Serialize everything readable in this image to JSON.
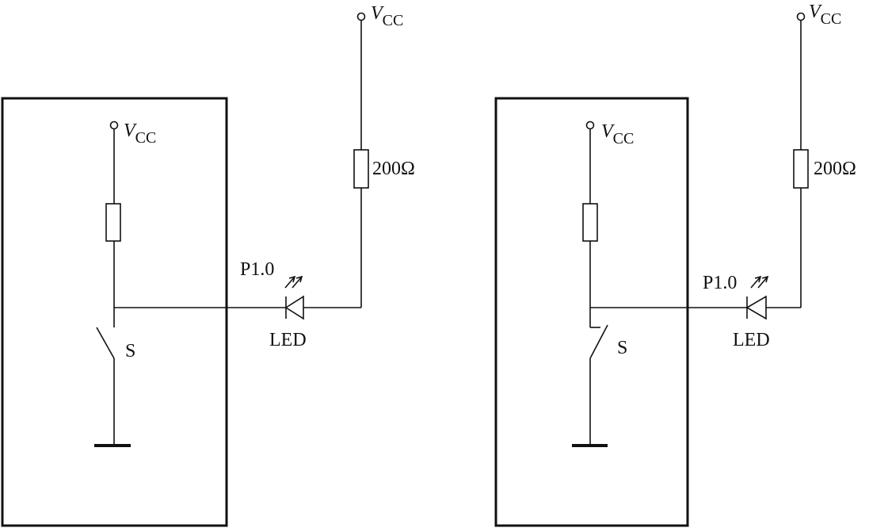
{
  "diagram": {
    "left_circuit": {
      "supply_external": {
        "main": "V",
        "sub": "CC"
      },
      "supply_internal": {
        "main": "V",
        "sub": "CC"
      },
      "resistor_label": "200Ω",
      "port_label": "P1.0",
      "led_label": "LED",
      "switch_label": "S",
      "switch_state": "open"
    },
    "right_circuit": {
      "supply_external": {
        "main": "V",
        "sub": "CC"
      },
      "supply_internal": {
        "main": "V",
        "sub": "CC"
      },
      "resistor_label": "200Ω",
      "port_label": "P1.0",
      "led_label": "LED",
      "switch_label": "S",
      "switch_state": "closed"
    }
  }
}
